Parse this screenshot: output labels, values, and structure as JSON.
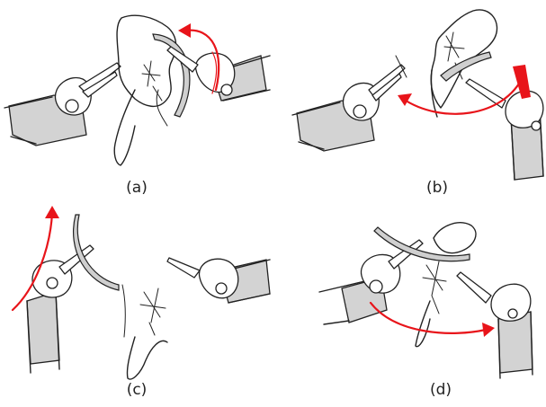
{
  "colors": {
    "arrow": "#e8141a",
    "shaft": "#d3d3d3",
    "line": "#222222",
    "background": "#ffffff"
  },
  "panels": [
    {
      "caption": "(a)"
    },
    {
      "caption": "(b)"
    },
    {
      "caption": "(c)"
    },
    {
      "caption": "(d)"
    }
  ]
}
